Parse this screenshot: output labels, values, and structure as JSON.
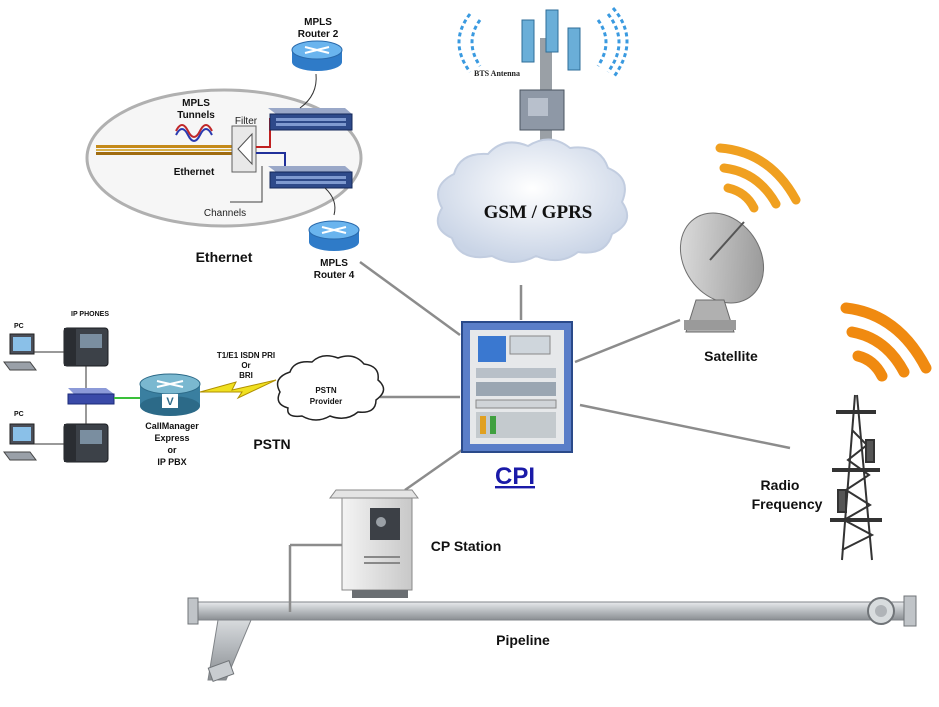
{
  "colors": {
    "cpi_link": "#1a1aa8",
    "satellite_wave": "#f0a020",
    "cloud_fill": "#eef2f8",
    "router_blue": "#3a8fd8",
    "pipe_gray": "#b8bcc0",
    "line_gray": "#8c8c8c"
  },
  "ethernet": {
    "section_label": "Ethernet",
    "mpls_tunnels": [
      "MPLS",
      "Tunnels"
    ],
    "filter": "Filter",
    "ethernet_inner": "Ethernet",
    "channels": "Channels",
    "router2": [
      "MPLS",
      "Router 2"
    ],
    "router4": [
      "MPLS",
      "Router 4"
    ]
  },
  "gsm": {
    "antenna_label": "BTS Antenna",
    "cloud_label": "GSM / GPRS"
  },
  "satellite": {
    "label": "Satellite"
  },
  "radio": {
    "label": [
      "Radio",
      "Frequency"
    ]
  },
  "pstn": {
    "ip_phones": "IP PHONES",
    "pc_top": "PC",
    "pc_bottom": "PC",
    "callmanager": [
      "CallManager",
      "Express",
      "or",
      "IP PBX"
    ],
    "t1_label": [
      "T1/E1 ISDN PRI",
      "Or",
      "BRI"
    ],
    "provider": [
      "PSTN",
      "Provider"
    ],
    "section_label": "PSTN"
  },
  "cpi": {
    "label": "CPI"
  },
  "station": {
    "label": "CP Station"
  },
  "pipeline": {
    "label": "Pipeline"
  }
}
